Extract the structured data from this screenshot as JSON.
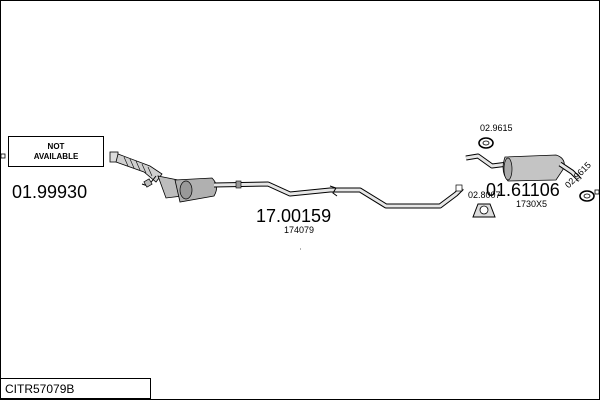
{
  "diagram": {
    "code": "CITR57079B",
    "not_available": [
      "NOT",
      "AVAILABLE"
    ],
    "parts": [
      {
        "number": "01.99930"
      },
      {
        "number": "17.00159",
        "sub": "174079"
      },
      {
        "number": "01.61106",
        "sub": "1730X5"
      }
    ],
    "fittings": [
      "02.9615",
      "02.9615",
      "02.8007"
    ]
  }
}
